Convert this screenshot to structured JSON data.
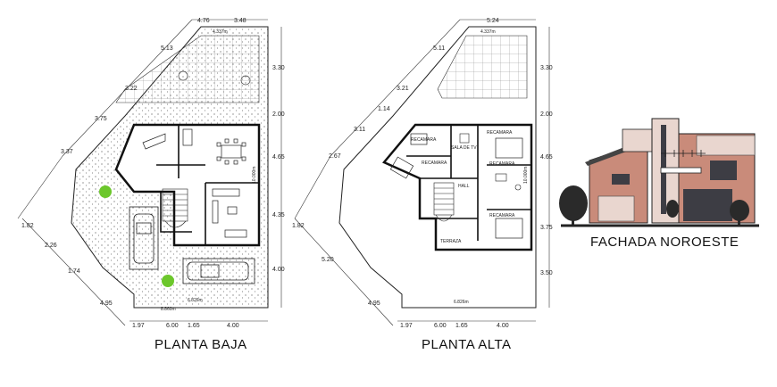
{
  "titles": {
    "ground_floor": "PLANTA BAJA",
    "upper_floor": "PLANTA ALTA",
    "elevation": "FACHADA NOROESTE"
  },
  "ground_floor": {
    "top_dims": [
      "4.76",
      "3.48"
    ],
    "right_dims": [
      "3.30",
      "2.00",
      "4.65",
      "4.35",
      "4.00"
    ],
    "bottom_dims": [
      "1.97",
      "6.00",
      "1.65",
      "4.00"
    ],
    "diagonal_dims": [
      "5.13",
      "3.22",
      "3.75",
      "3.37",
      "1.82",
      "2.26",
      "1.74",
      "4.95"
    ],
    "small_labels": [
      "4.337m",
      "10.000m",
      "6.826m",
      "8.860m"
    ]
  },
  "upper_floor": {
    "top_dims": [
      "5.24"
    ],
    "right_dims": [
      "3.30",
      "2.00",
      "4.65",
      "3.75",
      "3.50"
    ],
    "bottom_dims": [
      "1.97",
      "6.00",
      "1.65",
      "4.00"
    ],
    "diagonal_dims": [
      "5.11",
      "3.21",
      "1.14",
      "3.11",
      "2.67",
      "1.82",
      "5.20",
      "4.95"
    ],
    "small_labels": [
      "4.337m",
      "10.000m",
      "6.826m"
    ],
    "rooms": [
      "RECAMARA",
      "SALA DE TV",
      "RECAMARA",
      "RECAMARA",
      "HALL",
      "RECAMARA",
      "TERRAZA",
      "RECAMARA"
    ]
  },
  "colors": {
    "line": "#1a1a1a",
    "hatch": "#555555",
    "tree": "#6cc72c",
    "facade_brick": "#c98b7a",
    "facade_light": "#e9d6cf",
    "facade_glass": "#3d3d44",
    "ground": "#222222"
  }
}
